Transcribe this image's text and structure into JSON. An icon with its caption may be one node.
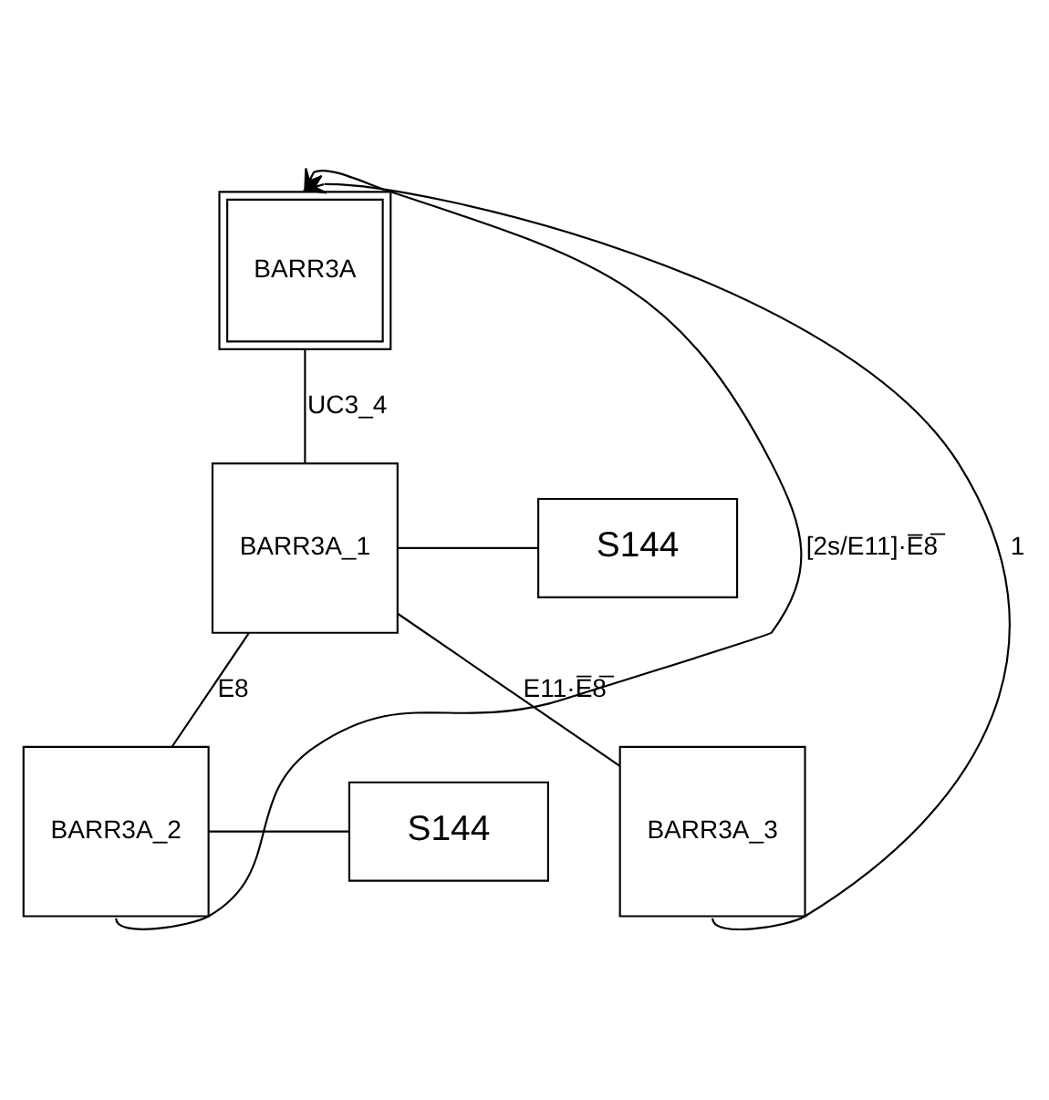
{
  "diagram": {
    "nodes": [
      {
        "text": [
          "BARR3A"
        ]
      },
      {
        "text": [
          "BARR3A_1"
        ]
      },
      {
        "text": [
          "S144"
        ]
      },
      {
        "text": [
          "S144"
        ]
      },
      {
        "text": [
          "BARR3A_2"
        ]
      },
      {
        "text": [
          "BARR3A_3"
        ]
      }
    ],
    "edges": [
      {
        "from": 0,
        "to": 1,
        "arrow": "none",
        "label": "UC3_4"
      },
      {
        "from": 1,
        "to": 2,
        "arrow": "none"
      },
      {
        "from": 1,
        "to": 4,
        "arrow": "none",
        "label": "E8"
      },
      {
        "from": 1,
        "to": 5,
        "arrow": "none",
        "label": "E11·E̅8̅"
      },
      {
        "from": 3,
        "to": 4,
        "arrow": "none"
      },
      {
        "from": 4,
        "to": 0,
        "arrow": "to",
        "label": "[2s/E11]·E̅8̅"
      },
      {
        "from": 5,
        "to": 0,
        "arrow": "to",
        "label": "1"
      }
    ]
  }
}
